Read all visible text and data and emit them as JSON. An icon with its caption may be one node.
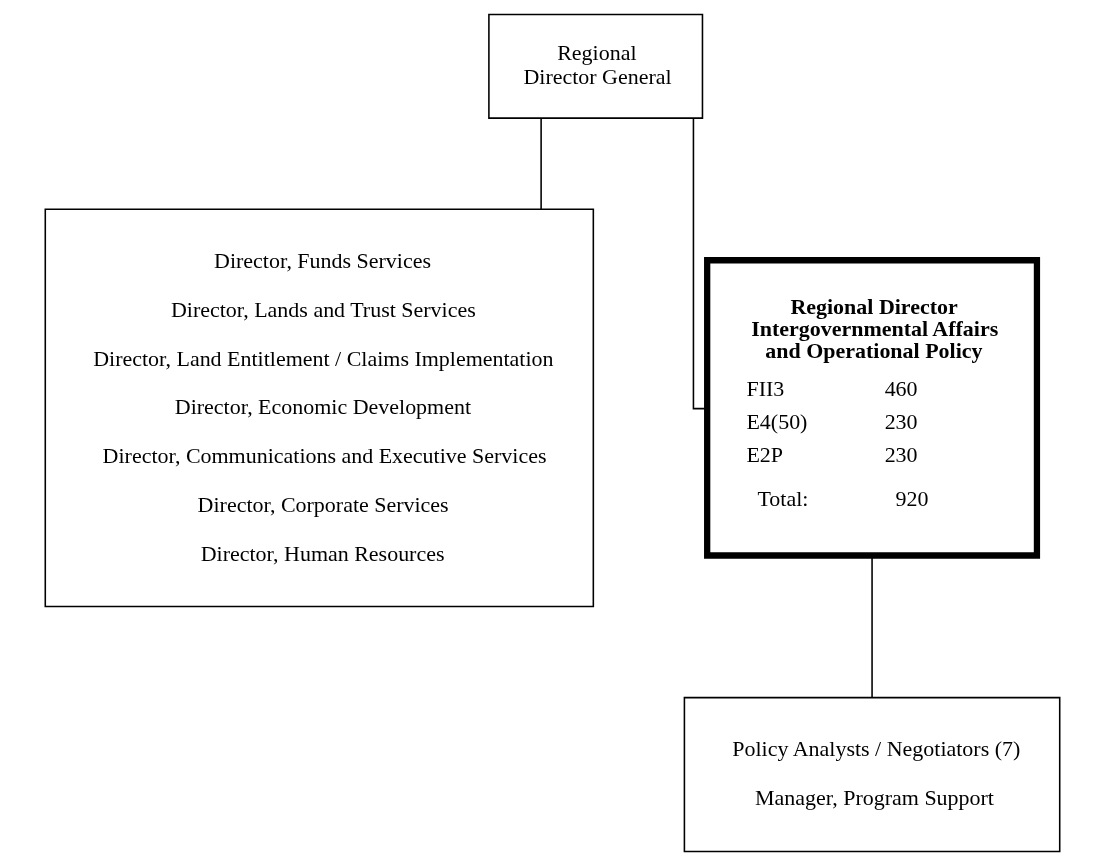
{
  "diagram": {
    "nodes": [
      {
        "text": [
          "Regional Director General"
        ]
      },
      {
        "text": [
          "Director, Funds Services",
          "Director, Lands and Trust Services",
          "Director, Land Entitlement / Claims Implementation",
          "Director, Economic Development",
          "Director, Communications and Executive Services",
          "Director, Corporate Services",
          "Director, Human Resources"
        ]
      },
      {
        "text": [
          "Regional Director Intergovernmental Affairs and Operational Policy",
          "FII3",
          "460",
          "E4(50)",
          "230",
          "E2P",
          "230",
          "Total:",
          "920"
        ]
      },
      {
        "text": [
          "Policy Analysts / Negotiators (7)",
          "Manager, Program Support"
        ]
      }
    ],
    "edges": [
      {
        "from": 0,
        "to": 1,
        "arrow": "none"
      },
      {
        "from": 0,
        "to": 2,
        "arrow": "none"
      },
      {
        "from": 2,
        "to": 3,
        "arrow": "none"
      }
    ]
  }
}
